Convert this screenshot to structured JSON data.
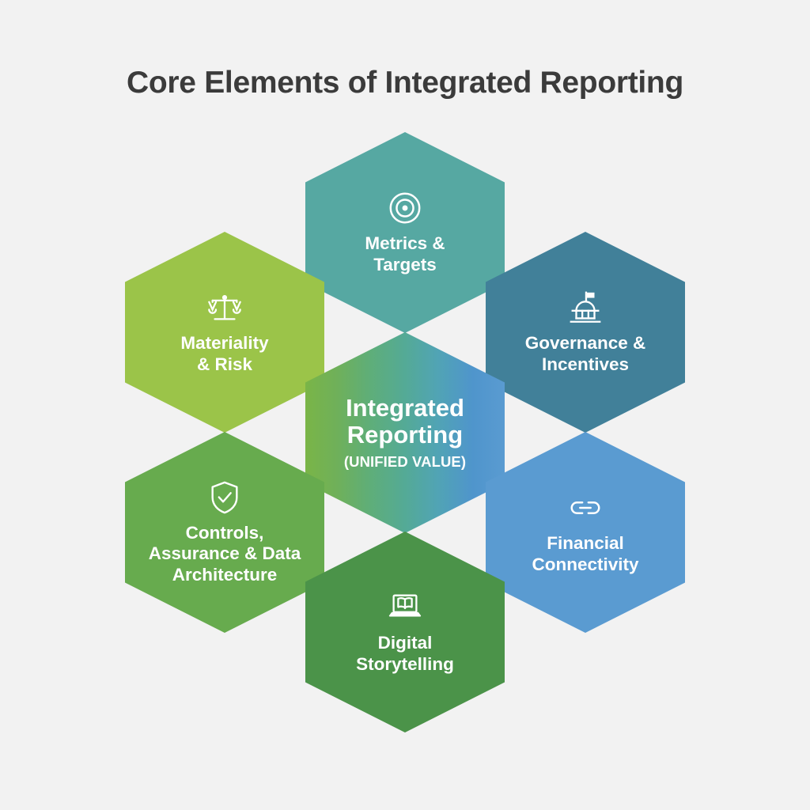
{
  "title": "Core Elements of Integrated Reporting",
  "background_color": "#f2f2f2",
  "title_color": "#3b3b3b",
  "center": {
    "title": "Integrated\nReporting",
    "subtitle": "(UNIFIED VALUE)",
    "gradient_from": "#7ab547",
    "gradient_to": "#5a9bd1",
    "text_color": "#ffffff"
  },
  "elements": [
    {
      "id": "metrics-targets",
      "label": "Metrics &\nTargets",
      "icon": "target-icon",
      "color": "#56a8a2",
      "position": "top"
    },
    {
      "id": "governance-incentives",
      "label": "Governance &\nIncentives",
      "icon": "government-building-icon",
      "color": "#418099",
      "position": "top-right"
    },
    {
      "id": "financial-connectivity",
      "label": "Financial\nConnectivity",
      "icon": "link-icon",
      "color": "#5a9bd1",
      "position": "bottom-right"
    },
    {
      "id": "digital-storytelling",
      "label": "Digital\nStorytelling",
      "icon": "laptop-book-icon",
      "color": "#4b9349",
      "position": "bottom"
    },
    {
      "id": "controls-assurance-data-architecture",
      "label": "Controls,\nAssurance & Data\nArchitecture",
      "icon": "shield-check-icon",
      "color": "#67ab4e",
      "position": "bottom-left"
    },
    {
      "id": "materiality-risk",
      "label": "Materiality\n& Risk",
      "icon": "scales-icon",
      "color": "#9bc449",
      "position": "top-left"
    }
  ]
}
